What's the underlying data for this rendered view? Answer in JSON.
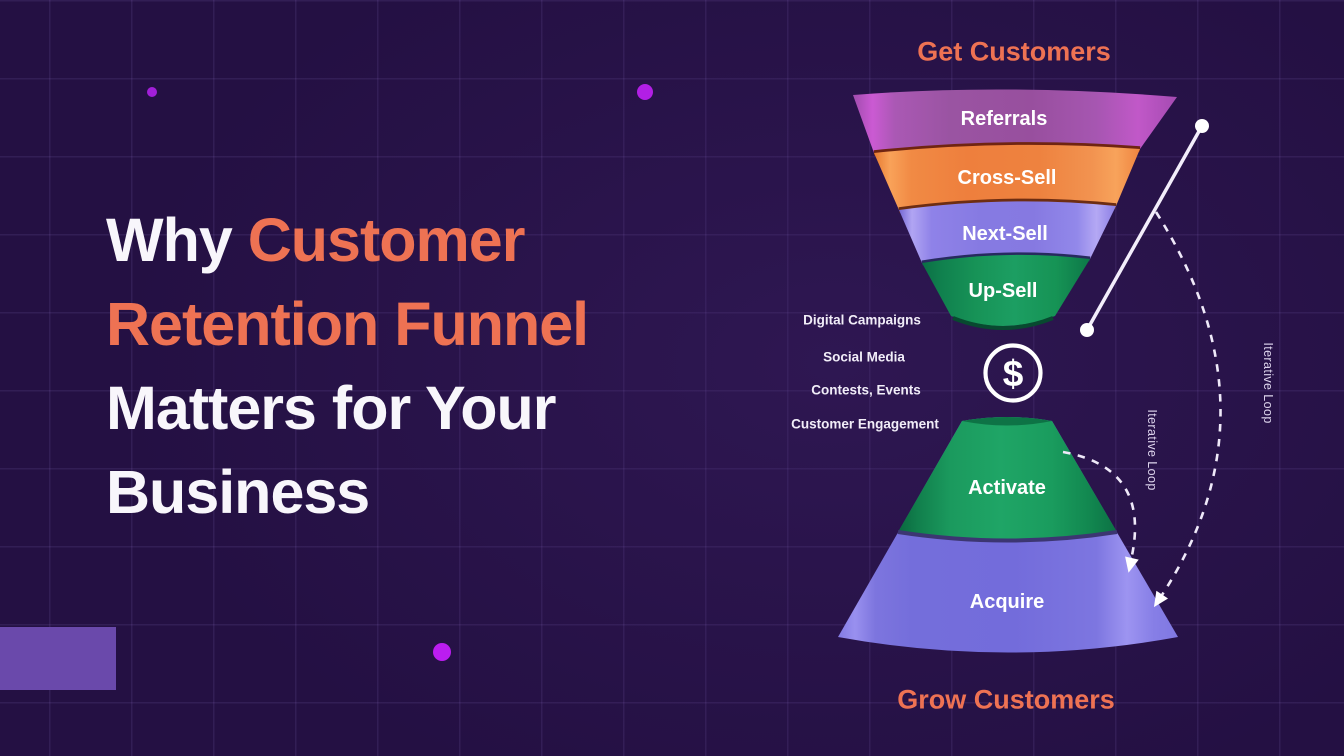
{
  "colors": {
    "background": "#241043",
    "accent_orange": "#ee7253",
    "title_white": "#f8f6fb",
    "grid_line": "#38245c",
    "dot_magenta": "#b21fe5",
    "corner_rect_purple": "#6a49ab",
    "layer_referrals": "#a856b2",
    "layer_cross_sell": "#ef8441",
    "layer_next_sell": "#8a7ce4",
    "layer_up_sell": "#1c9f62",
    "layer_activate": "#1da465",
    "layer_acquire": "#766fdd",
    "line_white": "#f3eefb"
  },
  "title": {
    "parts": [
      {
        "text": "Why "
      },
      {
        "text": "Customer"
      },
      {
        "text": "Retention Funnel"
      },
      {
        "text": "Matters for Your"
      },
      {
        "text": "Business"
      }
    ]
  },
  "diagram": {
    "top_heading": "Get Customers",
    "bottom_heading": "Grow Customers",
    "top_funnel_layers": [
      "Referrals",
      "Cross-Sell",
      "Next-Sell",
      "Up-Sell"
    ],
    "bottom_funnel_layers": [
      "Activate",
      "Acquire"
    ],
    "input_labels": [
      "Digital Campaigns",
      "Social Media",
      "Contests, Events",
      "Customer Engagement"
    ],
    "loop_labels": [
      "Iterative Loop",
      "Iterative Loop"
    ],
    "currency_symbol": "$"
  }
}
